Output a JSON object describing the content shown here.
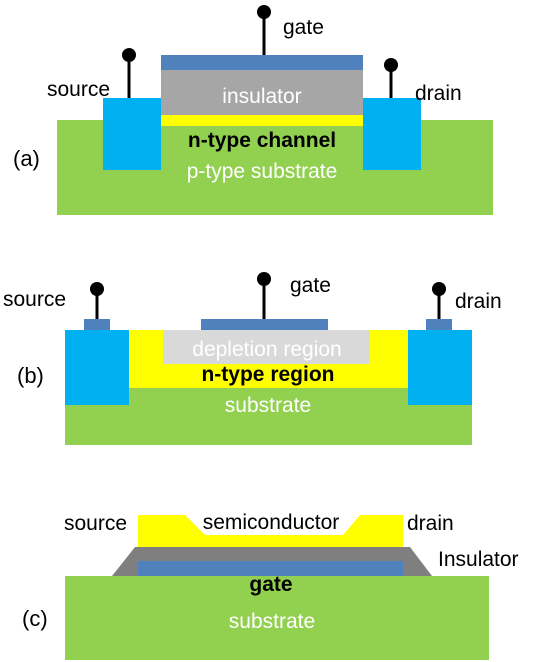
{
  "colors": {
    "substrate": "#92d050",
    "contact": "#00b0f0",
    "gate_metal": "#4f81bd",
    "insulator": "#a6a6a6",
    "channel": "#ffff00",
    "depletion": "#d9d9d9",
    "insulator_dark": "#7f7f7f"
  },
  "panel_a": {
    "tag": "(a)",
    "gate_label": "gate",
    "source_label": "source",
    "drain_label": "drain",
    "insulator_label": "insulator",
    "channel_label": "n-type channel",
    "substrate_label": "p-type substrate"
  },
  "panel_b": {
    "tag": "(b)",
    "gate_label": "gate",
    "source_label": "source",
    "drain_label": "drain",
    "depletion_label": "depletion region",
    "region_label": "n-type region",
    "substrate_label": "substrate"
  },
  "panel_c": {
    "tag": "(c)",
    "source_label": "source",
    "drain_label": "drain",
    "semiconductor_label": "semiconductor",
    "insulator_label": "Insulator",
    "gate_label": "gate",
    "substrate_label": "substrate"
  }
}
